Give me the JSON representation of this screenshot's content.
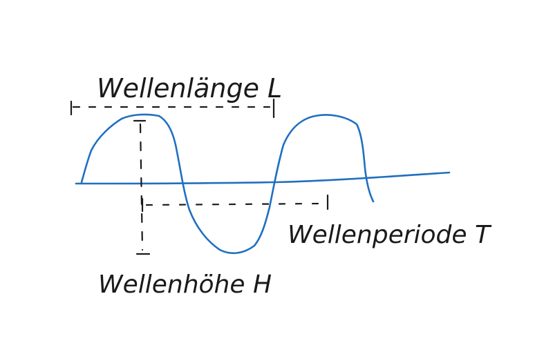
{
  "colors": {
    "background": "#ffffff",
    "wave": "#1f6fc0",
    "annotation": "#1a1a1a"
  },
  "labels": {
    "wavelength": "Wellenlänge L",
    "wave_period": "Wellenperiode T",
    "wave_height": "Wellenhöhe H"
  }
}
